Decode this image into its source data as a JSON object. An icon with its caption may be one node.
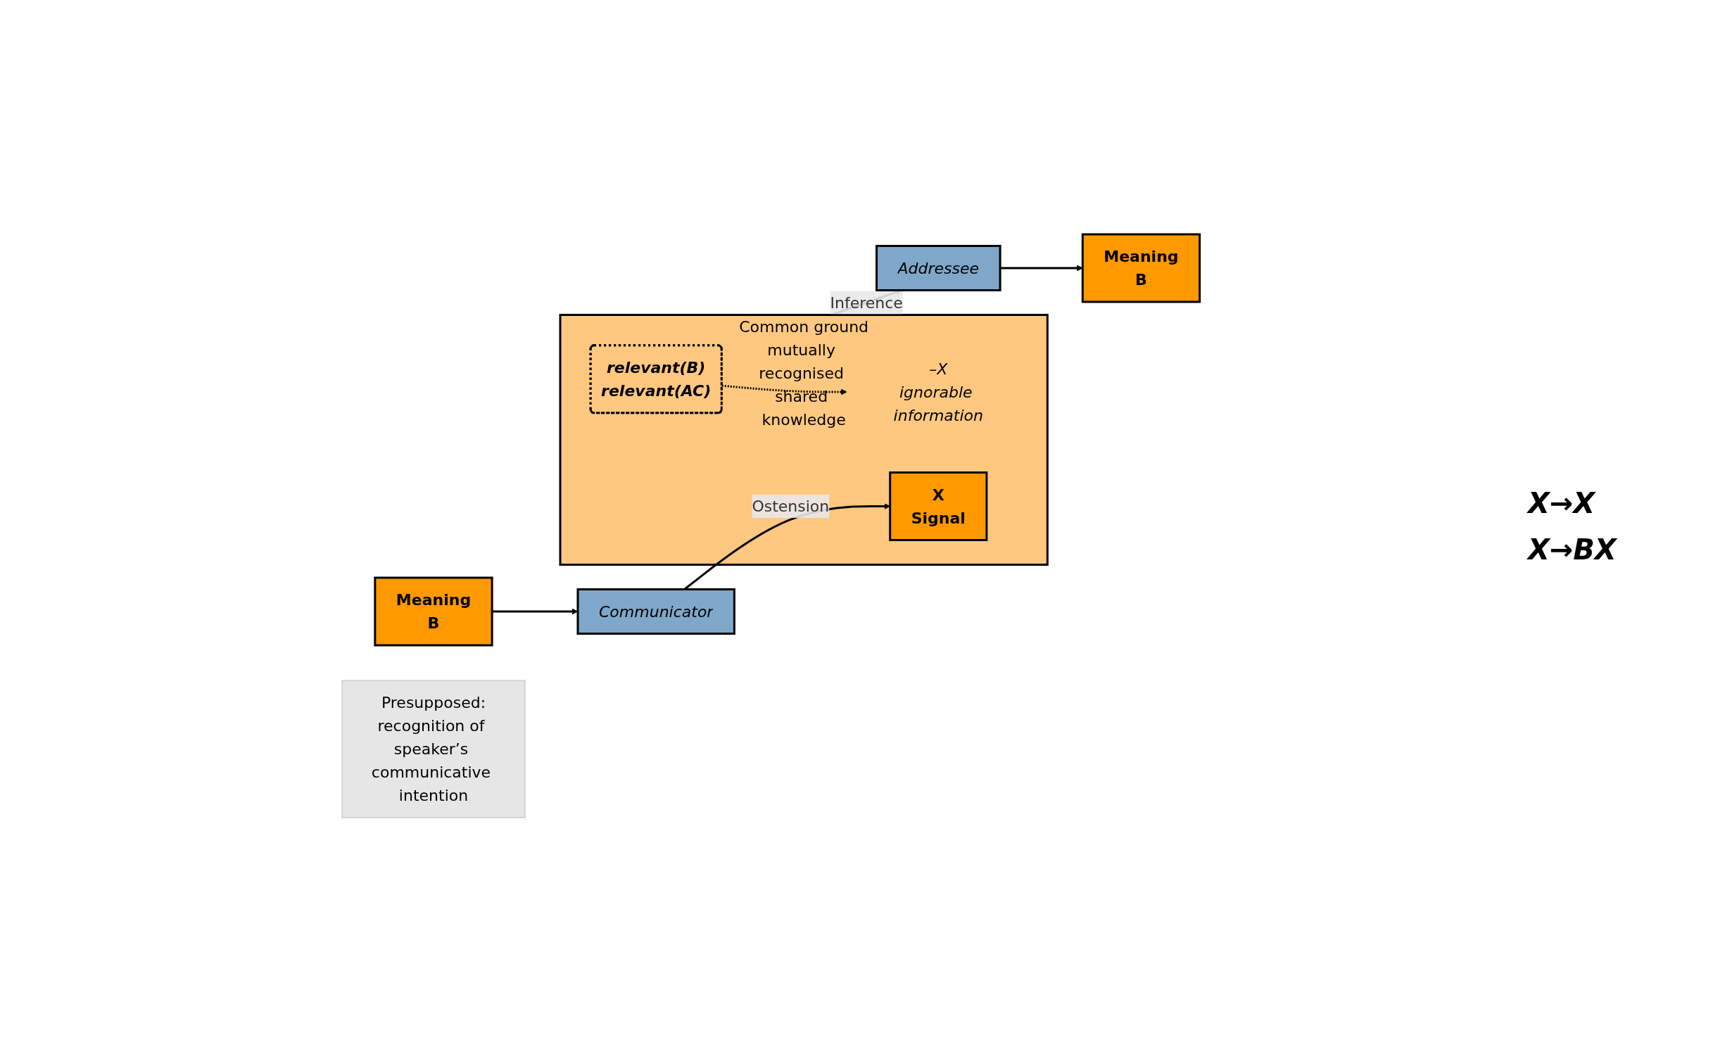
{
  "diagram": {
    "nodes": [
      {
        "text": [
          "Meaning",
          "B"
        ]
      },
      {
        "text": [
          "Communicator"
        ]
      },
      {
        "text": [
          "Common ground",
          "mutually recognised shared knowledge"
        ]
      },
      {
        "text": [
          "relevant(B)",
          "relevant(AC)"
        ],
        "in": 2
      },
      {
        "text": [
          "–X",
          "ignorable information"
        ],
        "in": 2
      },
      {
        "text": [
          "X",
          "Signal"
        ],
        "in": 2
      },
      {
        "text": [
          "Addressee"
        ]
      },
      {
        "text": [
          "Meaning",
          "B"
        ]
      },
      {
        "text": [
          "Presupposed:",
          "recognition of speaker’s communicative intention"
        ]
      }
    ],
    "edges": [
      {
        "from": 0,
        "to": 1,
        "arrow": "to"
      },
      {
        "from": 1,
        "to": 5,
        "arrow": "to",
        "label": "Ostension"
      },
      {
        "from": 3,
        "to": 4,
        "arrow": "to",
        "style": "dashed"
      },
      {
        "from": 2,
        "to": 6,
        "arrow": "to",
        "label": "Inference"
      },
      {
        "from": 6,
        "to": 7,
        "arrow": "to"
      }
    ],
    "labels": [
      "X→X",
      "X→BX"
    ]
  }
}
